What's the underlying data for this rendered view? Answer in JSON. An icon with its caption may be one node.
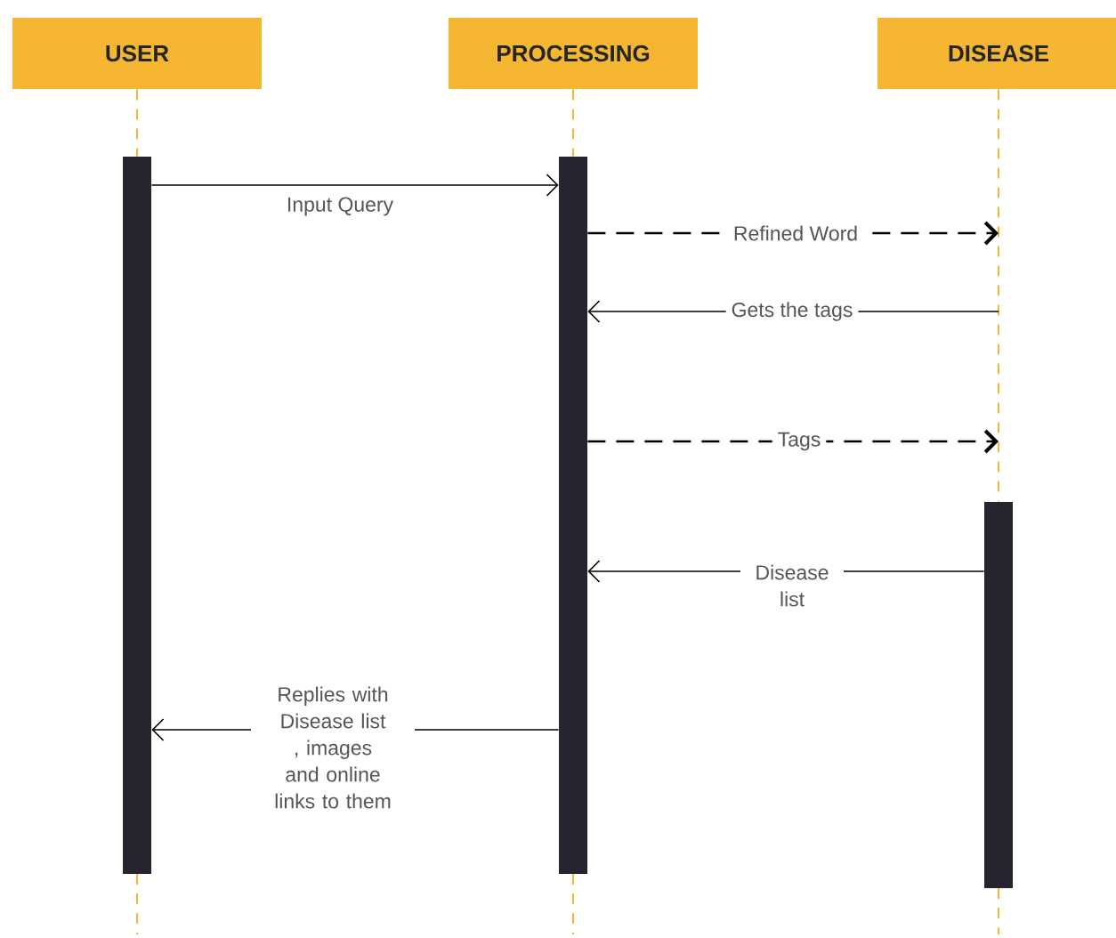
{
  "diagram": {
    "nodes": [
      {
        "text": [
          "USER"
        ]
      },
      {
        "text": [
          "PROCESSING"
        ]
      },
      {
        "text": [
          "DISEASE"
        ]
      },
      {
        "text": [],
        "shape": "bar"
      },
      {
        "text": [],
        "shape": "bar"
      },
      {
        "text": [],
        "shape": "bar"
      }
    ],
    "edges": [
      {
        "from": 0,
        "to": 3,
        "arrow": "none",
        "style": "dashed",
        "color": "#f5b731"
      },
      {
        "from": 1,
        "to": 4,
        "arrow": "none",
        "style": "dashed",
        "color": "#f5b731"
      },
      {
        "from": 2,
        "to": 5,
        "arrow": "none",
        "style": "dashed",
        "color": "#f5b731"
      },
      {
        "from": 3,
        "to": 4,
        "arrow": "to",
        "label": "Input Query"
      },
      {
        "from": 4,
        "to": null,
        "arrow": "to",
        "style": "dashed",
        "label": "Refined Word"
      },
      {
        "from": null,
        "to": 4,
        "arrow": "to",
        "label": "Gets the tags"
      },
      {
        "from": 4,
        "to": null,
        "arrow": "to",
        "style": "dashed",
        "label": "Tags"
      },
      {
        "from": 5,
        "to": 4,
        "arrow": "to",
        "label": "Disease list"
      },
      {
        "from": 4,
        "to": 3,
        "arrow": "to",
        "label": "Replies with Disease list , images and online links to them"
      }
    ]
  }
}
